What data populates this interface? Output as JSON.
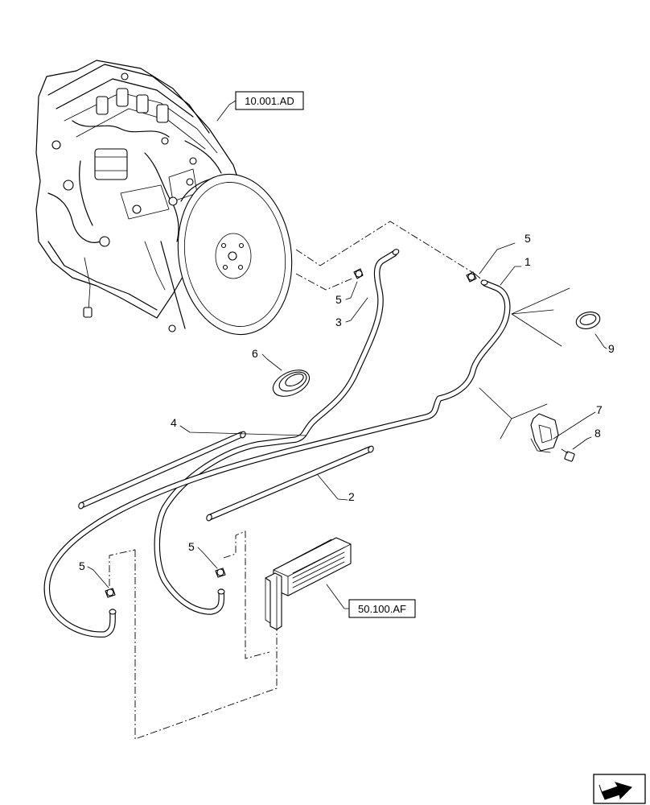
{
  "callouts": {
    "p1": "1",
    "p2": "2",
    "p3": "3",
    "p4": "4",
    "p5a": "5",
    "p5b": "5",
    "p5c": "5",
    "p5d": "5",
    "p6": "6",
    "p7": "7",
    "p8": "8",
    "p9": "9"
  },
  "references": {
    "engine": "10.001.AD",
    "heater": "50.100.AF"
  },
  "icons": {
    "nav": "next-page-arrow-icon"
  }
}
